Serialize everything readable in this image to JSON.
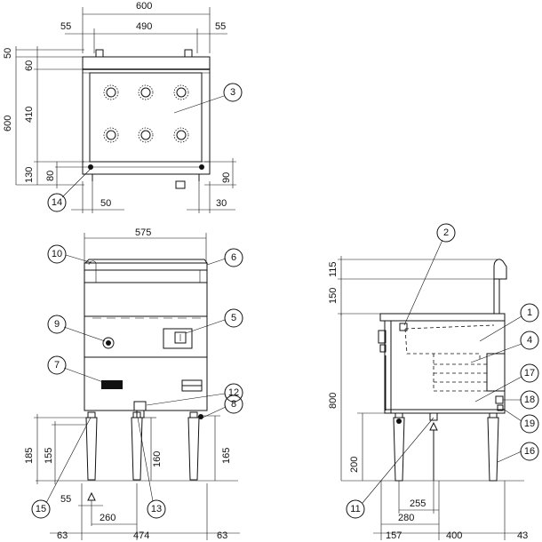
{
  "top_view": {
    "dims": {
      "overall_width": "600",
      "left_margin": "55",
      "inner_width": "490",
      "right_margin": "55",
      "depth_top": "50",
      "depth_60": "60",
      "depth_410": "410",
      "depth_total": "600",
      "depth_130": "130",
      "depth_80": "80",
      "depth_90": "90",
      "bottom_left": "50",
      "bottom_right": "30"
    },
    "callouts": [
      "3",
      "14"
    ]
  },
  "front_view": {
    "dims": {
      "top_width": "575",
      "h185": "185",
      "h155": "155",
      "h160": "160",
      "h165": "165",
      "w55": "55",
      "w260": "260",
      "w63_left": "63",
      "w474": "474",
      "w63_right": "63"
    },
    "callouts": [
      "10",
      "6",
      "9",
      "5",
      "7",
      "12",
      "8",
      "15",
      "13"
    ]
  },
  "side_view": {
    "dims": {
      "h115": "115",
      "h150": "150",
      "h800": "800",
      "h200": "200",
      "w255": "255",
      "w280": "280",
      "w157": "157",
      "w400": "400",
      "w43": "43"
    },
    "callouts": [
      "2",
      "1",
      "4",
      "17",
      "18",
      "19",
      "16",
      "11"
    ]
  }
}
